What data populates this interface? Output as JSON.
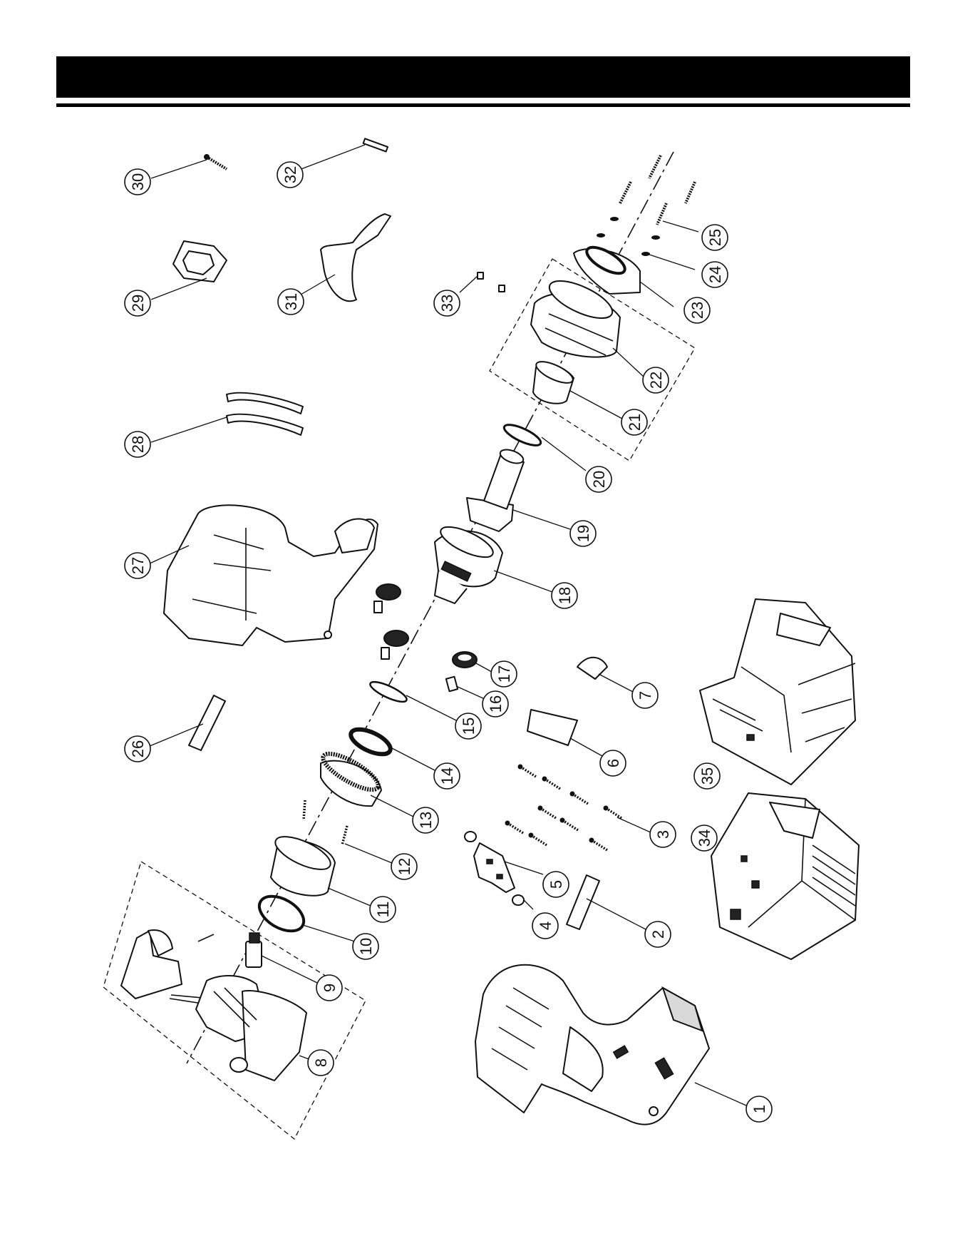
{
  "header": {
    "title": ""
  },
  "callouts": [
    {
      "id": "c1",
      "label": "1"
    },
    {
      "id": "c2",
      "label": "2"
    },
    {
      "id": "c3",
      "label": "3"
    },
    {
      "id": "c4",
      "label": "4"
    },
    {
      "id": "c5",
      "label": "5"
    },
    {
      "id": "c6",
      "label": "6"
    },
    {
      "id": "c7",
      "label": "7"
    },
    {
      "id": "c8",
      "label": "8"
    },
    {
      "id": "c9",
      "label": "9"
    },
    {
      "id": "c10",
      "label": "10"
    },
    {
      "id": "c11",
      "label": "11"
    },
    {
      "id": "c12",
      "label": "12"
    },
    {
      "id": "c13",
      "label": "13"
    },
    {
      "id": "c14",
      "label": "14"
    },
    {
      "id": "c15",
      "label": "15"
    },
    {
      "id": "c16",
      "label": "16"
    },
    {
      "id": "c17",
      "label": "17"
    },
    {
      "id": "c18",
      "label": "18"
    },
    {
      "id": "c19",
      "label": "19"
    },
    {
      "id": "c20",
      "label": "20"
    },
    {
      "id": "c21",
      "label": "21"
    },
    {
      "id": "c22",
      "label": "22"
    },
    {
      "id": "c23",
      "label": "23"
    },
    {
      "id": "c24",
      "label": "24"
    },
    {
      "id": "c25",
      "label": "25"
    },
    {
      "id": "c26",
      "label": "26"
    },
    {
      "id": "c27",
      "label": "27"
    },
    {
      "id": "c28",
      "label": "28"
    },
    {
      "id": "c29",
      "label": "29"
    },
    {
      "id": "c30",
      "label": "30"
    },
    {
      "id": "c31",
      "label": "31"
    },
    {
      "id": "c32",
      "label": "32"
    },
    {
      "id": "c33",
      "label": "33"
    },
    {
      "id": "c34",
      "label": "34"
    },
    {
      "id": "c35",
      "label": "35"
    }
  ]
}
